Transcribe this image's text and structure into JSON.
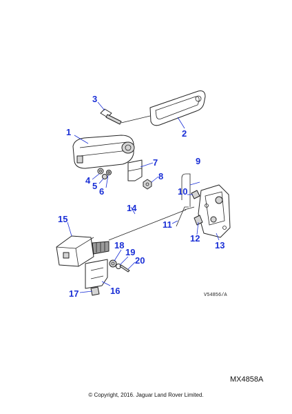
{
  "diagram": {
    "callouts": [
      {
        "id": "c1",
        "label": "1"
      },
      {
        "id": "c2",
        "label": "2"
      },
      {
        "id": "c3",
        "label": "3"
      },
      {
        "id": "c4",
        "label": "4"
      },
      {
        "id": "c5",
        "label": "5"
      },
      {
        "id": "c6",
        "label": "6"
      },
      {
        "id": "c7",
        "label": "7"
      },
      {
        "id": "c8",
        "label": "8"
      },
      {
        "id": "c9",
        "label": "9"
      },
      {
        "id": "c10",
        "label": "10"
      },
      {
        "id": "c11",
        "label": "11"
      },
      {
        "id": "c12",
        "label": "12"
      },
      {
        "id": "c13",
        "label": "13"
      },
      {
        "id": "c14",
        "label": "14"
      },
      {
        "id": "c15",
        "label": "15"
      },
      {
        "id": "c16",
        "label": "16"
      },
      {
        "id": "c17",
        "label": "17"
      },
      {
        "id": "c18",
        "label": "18"
      },
      {
        "id": "c19",
        "label": "19"
      },
      {
        "id": "c20",
        "label": "20"
      }
    ],
    "drawing_code": "V54856/A",
    "diagram_code": "MX4858A",
    "copyright": "© Copyright, 2016. Jaguar Land Rover Limited.",
    "callout_color": "#1a2fd6"
  }
}
